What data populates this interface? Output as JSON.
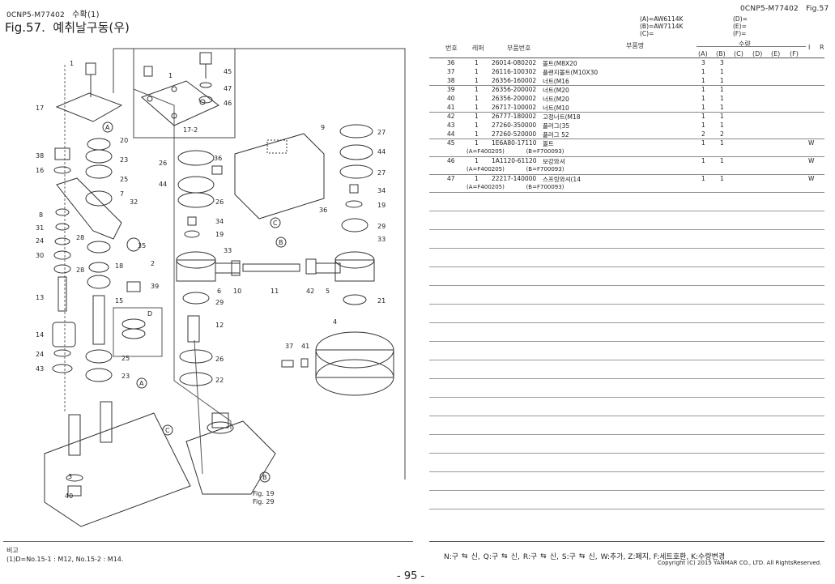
{
  "left_header": {
    "code": "0CNP5-M77402",
    "section": "수확(1)"
  },
  "figure": {
    "number": "Fig.57.",
    "title": "예취날구동(우)"
  },
  "right_header": {
    "code": "0CNP5-M77402",
    "fig": "Fig.57"
  },
  "model_legend": {
    "A": "(A)=AW6114K",
    "B": "(B)=AW7114K",
    "C": "(C)=",
    "D": "(D)=",
    "E": "(E)=",
    "F": "(F)="
  },
  "columns": {
    "no": "번호",
    "ref": "레퍼",
    "part_no": "부품번호",
    "part_name": "부품명",
    "qty": "수량",
    "a": "(A)",
    "b": "(B)",
    "c": "(C)",
    "d": "(D)",
    "e": "(E)",
    "f": "(F)",
    "i": "I",
    "r": "R"
  },
  "parts": [
    {
      "no": "36",
      "ref": "1",
      "part_no": "26014-080202",
      "name": "볼트(M8X20",
      "a": "3",
      "b": "3",
      "i": "",
      "sub": ""
    },
    {
      "no": "37",
      "ref": "1",
      "part_no": "26116-100302",
      "name": "플랜지볼트(M10X30",
      "a": "1",
      "b": "1",
      "i": "",
      "sub": ""
    },
    {
      "no": "38",
      "ref": "1",
      "part_no": "26356-160002",
      "name": "너트(M16",
      "a": "1",
      "b": "1",
      "i": "",
      "sub": ""
    },
    {
      "no": "39",
      "ref": "1",
      "part_no": "26356-200002",
      "name": "너트(M20",
      "a": "1",
      "b": "1",
      "i": "",
      "sub": ""
    },
    {
      "no": "40",
      "ref": "1",
      "part_no": "26356-200002",
      "name": "너트(M20",
      "a": "1",
      "b": "1",
      "i": "",
      "sub": ""
    },
    {
      "no": "41",
      "ref": "1",
      "part_no": "26717-100002",
      "name": "너트(M10",
      "a": "1",
      "b": "1",
      "i": "",
      "sub": ""
    },
    {
      "no": "42",
      "ref": "1",
      "part_no": "26777-180002",
      "name": "고정너트(M18",
      "a": "1",
      "b": "1",
      "i": "",
      "sub": ""
    },
    {
      "no": "43",
      "ref": "1",
      "part_no": "27260-350000",
      "name": "플러그(35",
      "a": "1",
      "b": "1",
      "i": "",
      "sub": ""
    },
    {
      "no": "44",
      "ref": "1",
      "part_no": "27260-520000",
      "name": "플러그 52",
      "a": "2",
      "b": "2",
      "i": "",
      "sub": ""
    },
    {
      "no": "45",
      "ref": "1",
      "part_no": "1E6A80-17110",
      "name": "볼트",
      "a": "1",
      "b": "1",
      "i": "W",
      "sub": "(A=F400205)            (B=F700093)"
    },
    {
      "no": "46",
      "ref": "1",
      "part_no": "1A1120-61120",
      "name": "보강와셔",
      "a": "1",
      "b": "1",
      "i": "W",
      "sub": "(A=F400205)            (B=F700093)"
    },
    {
      "no": "47",
      "ref": "1",
      "part_no": "22217-140000",
      "name": "스프링와셔(14",
      "a": "1",
      "b": "1",
      "i": "W",
      "sub": "(A=F400205)            (B=F700093)"
    }
  ],
  "remarks": {
    "label": "비고",
    "text": "(1)D=No.15-1 : M12, No.15-2 : M14."
  },
  "footer_legend": {
    "n": "N:구",
    "n2": "신,",
    "q": "Q:구",
    "q2": "신,",
    "r": "R:구",
    "r2": "신,",
    "s": "S:구",
    "s2": "신,",
    "rest": "W:추가, Z:폐지, F:세트호환, K:수량변경"
  },
  "copyright": "Copyright (C) 2015 YANMAR CO., LTD. All RightsReserved.",
  "page_number": "- 95 -",
  "diagram_labels": {
    "l1": "1",
    "l17": "17",
    "l38": "38",
    "l16": "16",
    "l8": "8",
    "l31": "31",
    "l24": "24",
    "l30": "30",
    "l28a": "28",
    "l13": "13",
    "l14": "14",
    "l24b": "24",
    "l43": "43",
    "l3": "3",
    "l40": "40",
    "l20": "20",
    "l23": "23",
    "l25": "25",
    "l7": "7",
    "l32": "32",
    "l35": "35",
    "l28b": "28",
    "l18": "18",
    "l2": "2",
    "l39": "39",
    "l15": "15",
    "lD": "D",
    "l25b": "25",
    "l23b": "23",
    "lA1": "A",
    "lA2": "A",
    "l1b": "1",
    "l45": "45",
    "l47": "47",
    "l46": "46",
    "l17_2": "17-2",
    "l26": "26",
    "l36": "36",
    "l44": "44",
    "l26b": "26",
    "l34": "34",
    "l19": "19",
    "l33": "33",
    "l6": "6",
    "l10": "10",
    "l11": "11",
    "l42": "42",
    "l5": "5",
    "l29": "29",
    "l12": "12",
    "l26c": "26",
    "l22": "22",
    "lC": "C",
    "lB": "B",
    "lC2": "C",
    "lB2": "B",
    "l9": "9",
    "l36b": "36",
    "l27": "27",
    "l44b": "44",
    "l27b": "27",
    "l34b": "34",
    "l19b": "19",
    "l29b": "29",
    "l33b": "33",
    "l21": "21",
    "l4": "4",
    "l37": "37",
    "l41": "41",
    "fig19": "Fig. 19",
    "fig29": "Fig. 29"
  }
}
